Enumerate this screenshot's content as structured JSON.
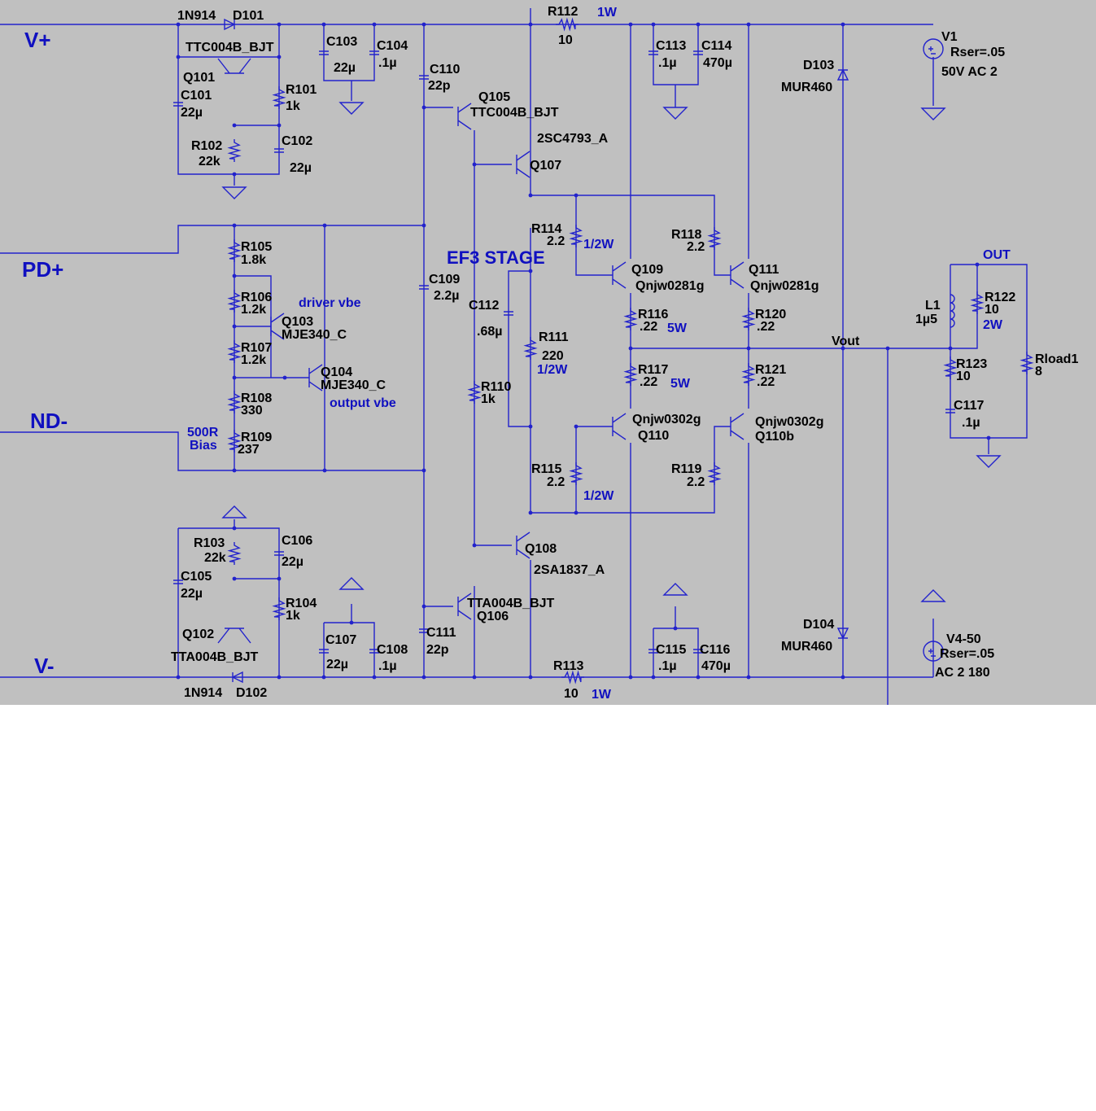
{
  "colors": {
    "background": "#c0c0c0",
    "wire": "#2222cc",
    "label": "#000000",
    "annotation": "#1010c0"
  },
  "nets": {
    "vplus": "V+",
    "pdplus": "PD+",
    "ndminus": "ND-",
    "vminus": "V-",
    "vout": "Vout",
    "out": "OUT"
  },
  "notes": {
    "ef3_stage": "EF3 STAGE",
    "driver_vbe": "driver vbe",
    "output_vbe": "output vbe",
    "bias_500r": "500R",
    "bias": "Bias",
    "w1a": "1W",
    "w1b": "1W",
    "w_half_a": "1/2W",
    "w_half_b": "1/2W",
    "w_half_c": "1/2W",
    "w5a": "5W",
    "w5b": "5W",
    "w2": "2W"
  },
  "labels": {
    "d101_val": "1N914",
    "d101_ref": "D101",
    "q101_part": "TTC004B_BJT",
    "q101_ref": "Q101",
    "c101_ref": "C101",
    "c101_val": "22µ",
    "r101_ref": "R101",
    "r101_val": "1k",
    "r102_ref": "R102",
    "r102_val": "22k",
    "c102_ref": "C102",
    "c102_val": "22µ",
    "c103_ref": "C103",
    "c103_val": "22µ",
    "c104_ref": "C104",
    "c104_val": ".1µ",
    "c110_ref": "C110",
    "c110_val": "22p",
    "q105_ref": "Q105",
    "q105_part": "TTC004B_BJT",
    "r112_ref": "R112",
    "r112_val": "10",
    "q107_part": "2SC4793_A",
    "q107_ref": "Q107",
    "c113_ref": "C113",
    "c113_val": ".1µ",
    "c114_ref": "C114",
    "c114_val": "470µ",
    "d103_ref": "D103",
    "d103_val": "MUR460",
    "v1_ref": "V1",
    "v1_rser": "Rser=.05",
    "v1_val": "50V  AC 2",
    "r105_ref": "R105",
    "r105_val": "1.8k",
    "r106_ref": "R106",
    "r106_val": "1.2k",
    "q103_ref": "Q103",
    "q103_part": "MJE340_C",
    "r107_ref": "R107",
    "r107_val": "1.2k",
    "q104_ref": "Q104",
    "q104_part": "MJE340_C",
    "r108_ref": "R108",
    "r108_val": "330",
    "r109_ref": "R109",
    "r109_val": "237",
    "c109_ref": "C109",
    "c109_val": "2.2µ",
    "c112_ref": "C112",
    "c112_val": ".68µ",
    "r111_ref": "R111",
    "r111_val": "220",
    "r110_ref": "R110",
    "r110_val": "1k",
    "r114_ref": "R114",
    "r114_val": "2.2",
    "q109_ref": "Q109",
    "q109_part": "Qnjw0281g",
    "r118_ref": "R118",
    "r118_val": "2.2",
    "q111_ref": "Q111",
    "q111_part": "Qnjw0281g",
    "r116_ref": "R116",
    "r116_val": ".22",
    "r120_ref": "R120",
    "r120_val": ".22",
    "r117_ref": "R117",
    "r117_val": ".22",
    "r121_ref": "R121",
    "r121_val": ".22",
    "q110_part": "Qnjw0302g",
    "q110_ref": "Q110",
    "q110b_part": "Qnjw0302g",
    "q110b_ref": "Q110b",
    "r115_ref": "R115",
    "r115_val": "2.2",
    "r119_ref": "R119",
    "r119_val": "2.2",
    "q108_ref": "Q108",
    "q108_part": "2SA1837_A",
    "q106_part": "TTA004B_BJT",
    "q106_ref": "Q106",
    "c111_ref": "C111",
    "c111_val": "22p",
    "r113_ref": "R113",
    "r113_val": "10",
    "c115_ref": "C115",
    "c115_val": ".1µ",
    "c116_ref": "C116",
    "c116_val": "470µ",
    "d104_ref": "D104",
    "d104_val": "MUR460",
    "v4_ref": "V4-50",
    "v4_rser": "Rser=.05",
    "v4_val": "AC 2 180",
    "r103_ref": "R103",
    "r103_val": "22k",
    "c106_ref": "C106",
    "c106_val": "22µ",
    "c105_ref": "C105",
    "c105_val": "22µ",
    "r104_ref": "R104",
    "r104_val": "1k",
    "c107_ref": "C107",
    "c107_val": "22µ",
    "c108_ref": "C108",
    "c108_val": ".1µ",
    "q102_ref": "Q102",
    "q102_part": "TTA004B_BJT",
    "d102_val": "1N914",
    "d102_ref": "D102",
    "l1_ref": "L1",
    "l1_val": "1µ5",
    "r122_ref": "R122",
    "r122_val": "10",
    "r123_ref": "R123",
    "r123_val": "10",
    "c117_ref": "C117",
    "c117_val": ".1µ",
    "rload_ref": "Rload1",
    "rload_val": "8"
  }
}
